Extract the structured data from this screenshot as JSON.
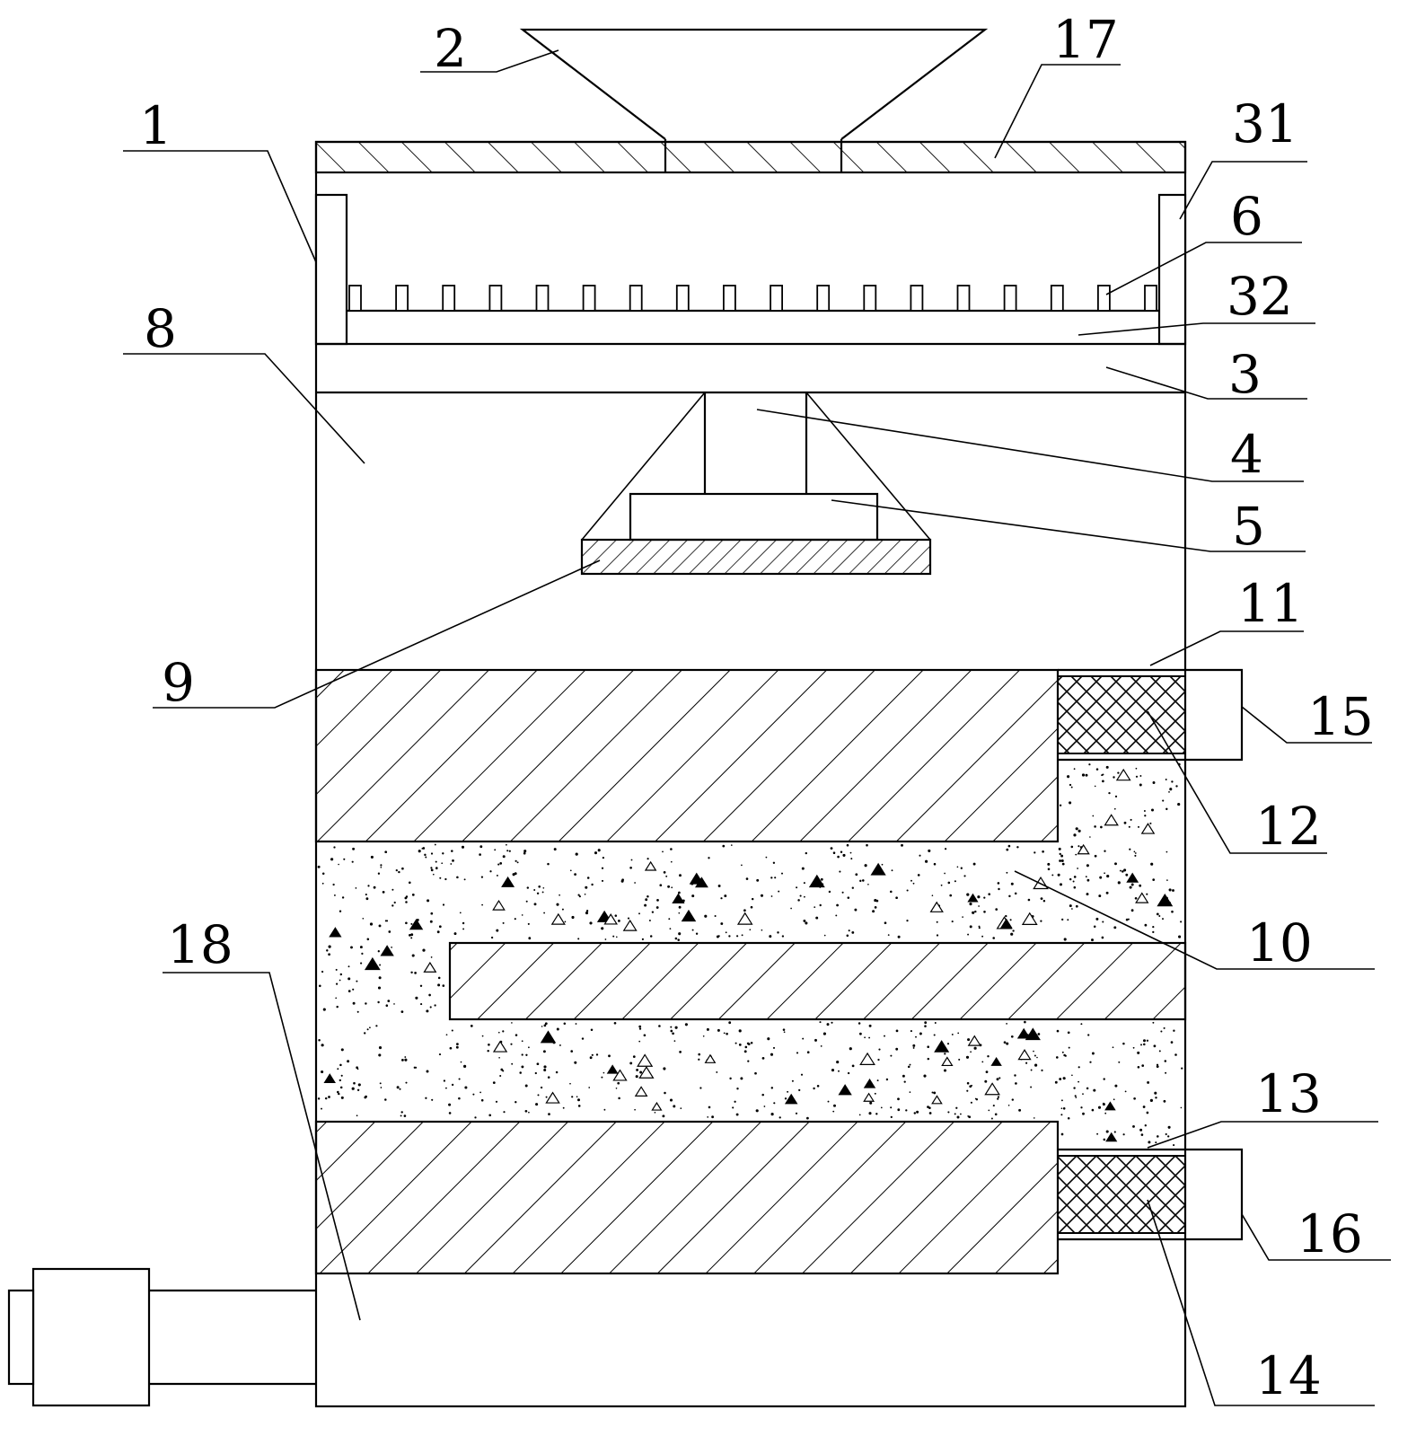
{
  "labels": {
    "l1": "1",
    "l2": "2",
    "l3": "3",
    "l4": "4",
    "l5": "5",
    "l6": "6",
    "l8": "8",
    "l9": "9",
    "l10": "10",
    "l11": "11",
    "l12": "12",
    "l13": "13",
    "l14": "14",
    "l15": "15",
    "l16": "16",
    "l17": "17",
    "l18": "18",
    "l31": "31",
    "l32": "32"
  },
  "screen_teeth_count": 18
}
